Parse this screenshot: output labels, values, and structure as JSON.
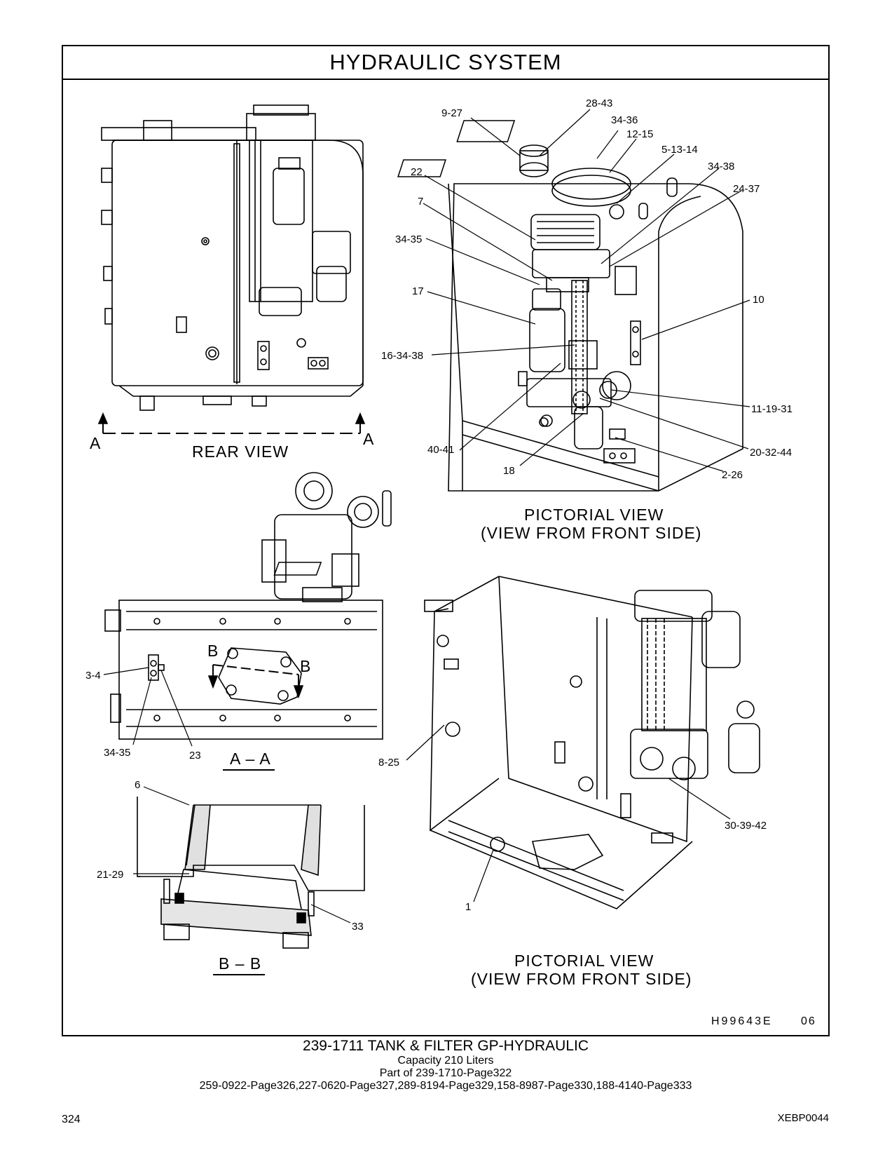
{
  "header": {
    "title": "HYDRAULIC SYSTEM"
  },
  "views": {
    "rear": "REAR VIEW",
    "section_aa": "A – A",
    "section_bb": "B – B",
    "pictorial_top_1": "PICTORIAL VIEW",
    "pictorial_top_2": "(VIEW FROM FRONT SIDE)",
    "pictorial_bottom_1": "PICTORIAL VIEW",
    "pictorial_bottom_2": "(VIEW FROM FRONT SIDE)",
    "cut_a": "A",
    "cut_b": "B"
  },
  "callouts": {
    "c9_27": "9-27",
    "c28_43": "28-43",
    "c34_36": "34-36",
    "c12_15": "12-15",
    "c5_13_14": "5-13-14",
    "c34_38": "34-38",
    "c24_37": "24-37",
    "c22": "22",
    "c7": "7",
    "c34_35_top": "34-35",
    "c17": "17",
    "c10": "10",
    "c16_34_38": "16-34-38",
    "c11_19_31": "11-19-31",
    "c40_41": "40-41",
    "c20_32_44": "20-32-44",
    "c18": "18",
    "c2_26": "2-26",
    "c3_4": "3-4",
    "c34_35_aa": "34-35",
    "c23": "23",
    "c8_25": "8-25",
    "c6": "6",
    "c21_29": "21-29",
    "c33": "33",
    "c30_39_42": "30-39-42",
    "c1": "1"
  },
  "drawing_id": "H99643E",
  "drawing_rev": "06",
  "caption": {
    "title": "239-1711 TANK & FILTER GP-HYDRAULIC",
    "capacity": "Capacity 210 Liters",
    "part_of": "Part of 239-1710-Page322",
    "refs": "259-0922-Page326,227-0620-Page327,289-8194-Page329,158-8987-Page330,188-4140-Page333"
  },
  "footer": {
    "page_number": "324",
    "doc_code": "XEBP0044"
  }
}
